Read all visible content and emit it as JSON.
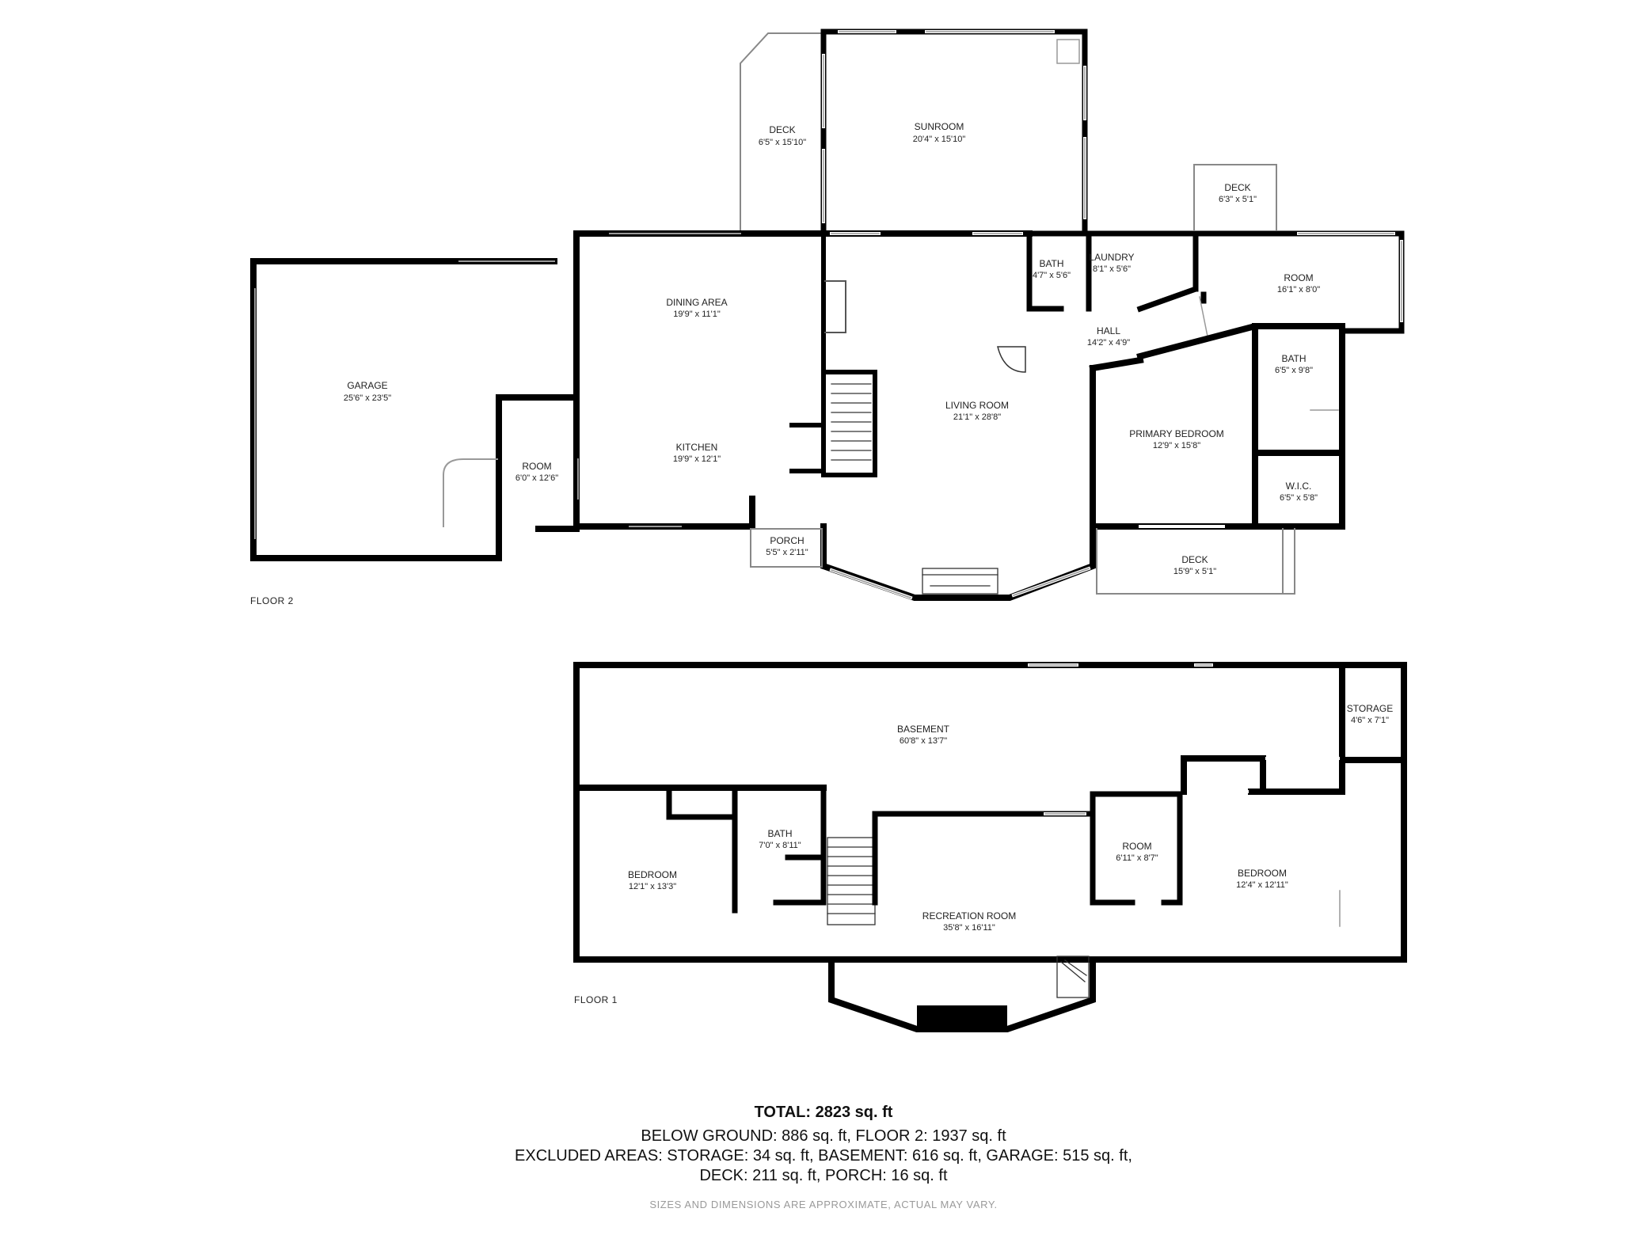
{
  "floors": [
    {
      "label": "FLOOR 2"
    },
    {
      "label": "FLOOR 1"
    }
  ],
  "rooms": {
    "deck_top": {
      "name": "DECK",
      "dim": "6'5\" x 15'10\""
    },
    "sunroom": {
      "name": "SUNROOM",
      "dim": "20'4\" x 15'10\""
    },
    "deck_small": {
      "name": "DECK",
      "dim": "6'3\" x 5'1\""
    },
    "garage": {
      "name": "GARAGE",
      "dim": "25'6\" x 23'5\""
    },
    "dining": {
      "name": "DINING AREA",
      "dim": "19'9\" x 11'1\""
    },
    "bath_upper": {
      "name": "BATH",
      "dim": "4'7\" x 5'6\""
    },
    "laundry": {
      "name": "LAUNDRY",
      "dim": "8'1\" x 5'6\""
    },
    "room_upper_right": {
      "name": "ROOM",
      "dim": "16'1\" x 8'0\""
    },
    "hall": {
      "name": "HALL",
      "dim": "14'2\" x 4'9\""
    },
    "bath_primary": {
      "name": "BATH",
      "dim": "6'5\" x 9'8\""
    },
    "living": {
      "name": "LIVING ROOM",
      "dim": "21'1\" x 28'8\""
    },
    "primary_bed": {
      "name": "PRIMARY BEDROOM",
      "dim": "12'9\" x 15'8\""
    },
    "room_small": {
      "name": "ROOM",
      "dim": "6'0\" x 12'6\""
    },
    "kitchen": {
      "name": "KITCHEN",
      "dim": "19'9\" x 12'1\""
    },
    "wic": {
      "name": "W.I.C.",
      "dim": "6'5\" x 5'8\""
    },
    "porch": {
      "name": "PORCH",
      "dim": "5'5\" x 2'11\""
    },
    "deck_lower": {
      "name": "DECK",
      "dim": "15'9\" x 5'1\""
    },
    "basement": {
      "name": "BASEMENT",
      "dim": "60'8\" x 13'7\""
    },
    "storage": {
      "name": "STORAGE",
      "dim": "4'6\" x 7'1\""
    },
    "bath_lower": {
      "name": "BATH",
      "dim": "7'0\" x 8'11\""
    },
    "room_lower": {
      "name": "ROOM",
      "dim": "6'11\" x 8'7\""
    },
    "bedroom_left": {
      "name": "BEDROOM",
      "dim": "12'1\" x 13'3\""
    },
    "bedroom_right": {
      "name": "BEDROOM",
      "dim": "12'4\" x 12'11\""
    },
    "recreation": {
      "name": "RECREATION ROOM",
      "dim": "35'8\" x 16'11\""
    }
  },
  "summary": {
    "total": "TOTAL: 2823 sq. ft",
    "line1": "BELOW GROUND: 886 sq. ft, FLOOR 2: 1937 sq. ft",
    "line2": "EXCLUDED AREAS: STORAGE: 34 sq. ft, BASEMENT: 616 sq. ft, GARAGE: 515 sq. ft,",
    "line3": "DECK: 211 sq. ft, PORCH: 16 sq. ft",
    "disclaimer": "SIZES AND DIMENSIONS ARE APPROXIMATE, ACTUAL MAY VARY."
  }
}
